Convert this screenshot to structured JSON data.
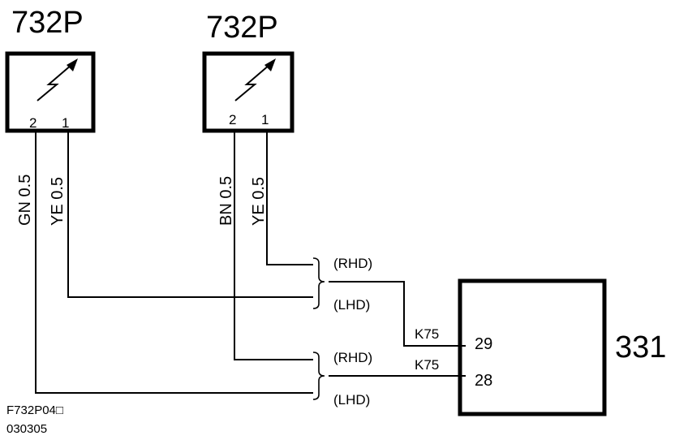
{
  "components": {
    "sensor_left": {
      "label": "732P",
      "pin_a": "2",
      "pin_b": "1"
    },
    "sensor_right": {
      "label": "732P",
      "pin_a": "2",
      "pin_b": "1"
    },
    "module": {
      "label": "331",
      "pin_29": "29",
      "pin_28": "28"
    }
  },
  "wires": {
    "left_pin2": "GN 0.5",
    "left_pin1": "YE 0.5",
    "right_pin2": "BN 0.5",
    "right_pin1": "YE 0.5"
  },
  "junctions": {
    "upper": {
      "option_a": "(RHD)",
      "option_b": "(LHD)",
      "connector": "K75"
    },
    "lower": {
      "option_a": "(RHD)",
      "option_b": "(LHD)",
      "connector": "K75"
    }
  },
  "footer": {
    "code": "F732P04□",
    "date": "030305"
  }
}
